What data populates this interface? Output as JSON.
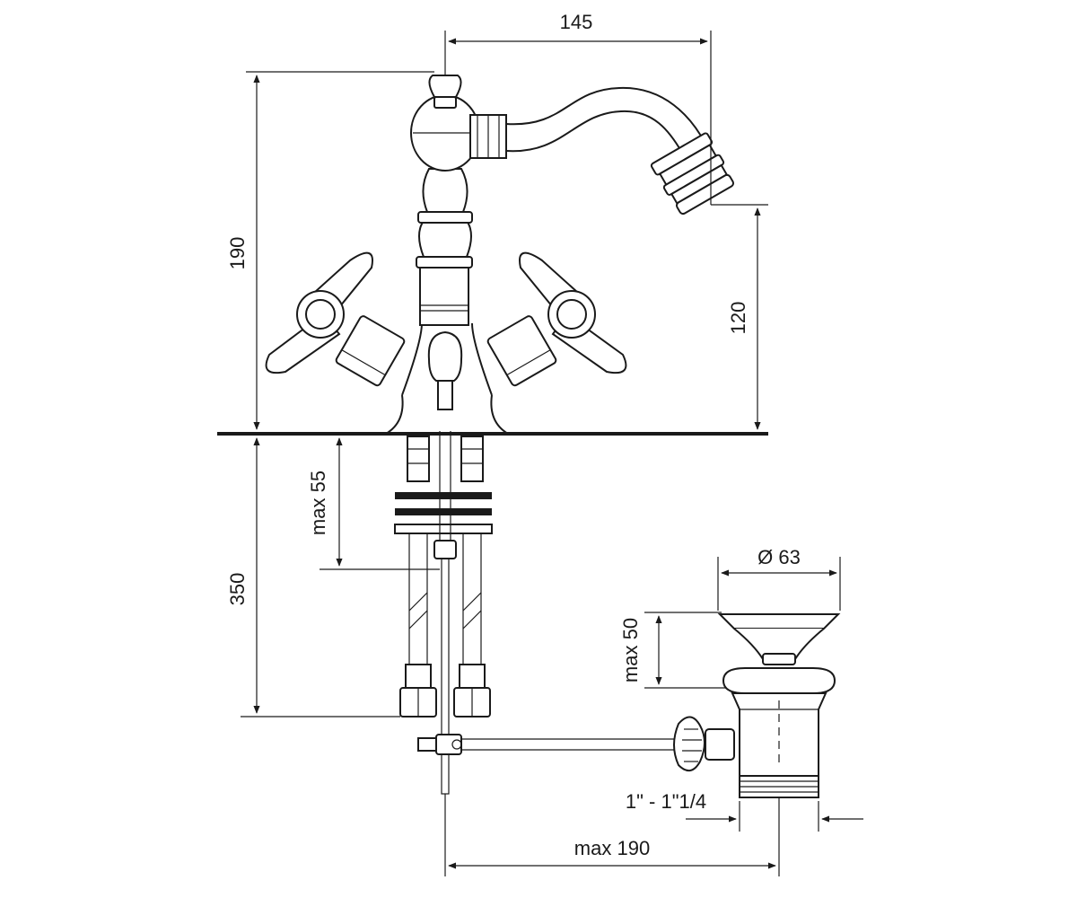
{
  "diagram": {
    "dimensions": {
      "spout_reach": "145",
      "total_height": "190",
      "spout_height": "120",
      "hose_length": "350",
      "max_deck_thickness": "max 55",
      "waste_diameter": "Ø 63",
      "waste_max_height": "max 50",
      "waste_thread": "1\" - 1\"1/4",
      "rod_max_length": "max 190"
    },
    "colors": {
      "line": "#1a1a1a",
      "background": "#ffffff"
    }
  }
}
